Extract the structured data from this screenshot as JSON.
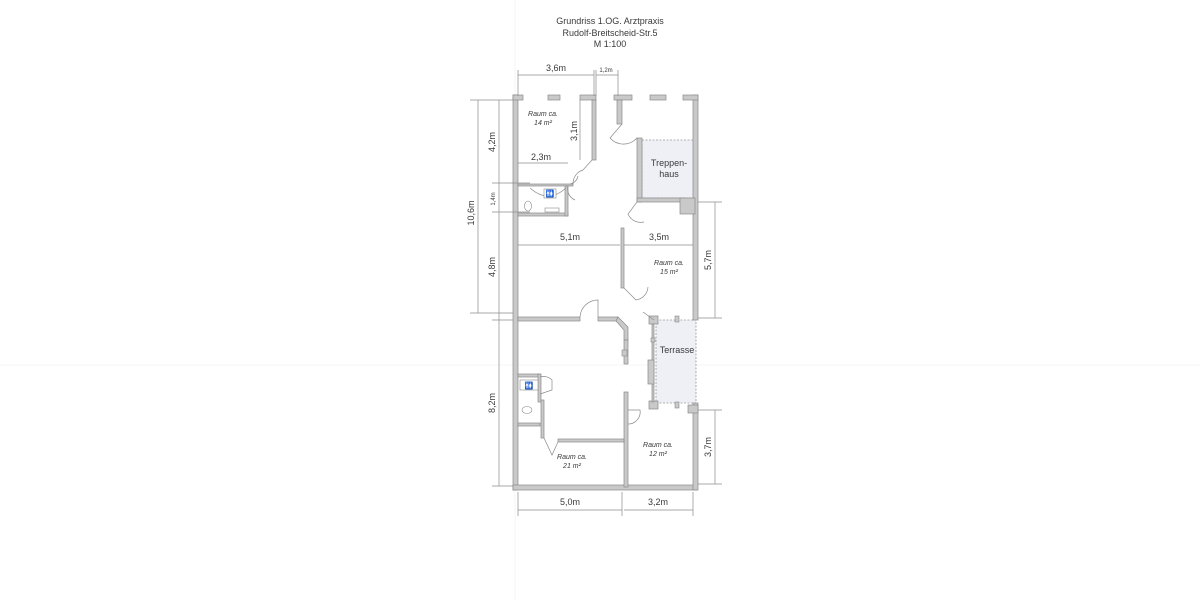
{
  "title": {
    "line1": "Grundriss 1.OG. Arztpraxis",
    "line2": "Rudolf-Breitscheid-Str.5",
    "line3": "M 1:100"
  },
  "colors": {
    "wall": "#c9c9c9",
    "wall_stroke": "#8a8a8a",
    "dimension": "#8c8c8c",
    "hatch_fill": "#eef0f6",
    "text": "#3a3a3a"
  },
  "dimensions": {
    "top_left": "3,6m",
    "top_small": "1,2m",
    "left_total": "10,6m",
    "left_upper": "4,2m",
    "left_middle": "1,4m",
    "left_lower": "4,8m",
    "left_bottom": "8,2m",
    "inner_wc_width": "2,3m",
    "inner_room_depth": "3,1m",
    "mid_left": "5,1m",
    "mid_right": "3,5m",
    "right_upper": "5,7m",
    "right_lower": "3,7m",
    "bottom_left": "5,0m",
    "bottom_right": "3,2m"
  },
  "rooms": [
    {
      "id": "room-14",
      "label": "Raum ca.",
      "area": "14 m²"
    },
    {
      "id": "room-15",
      "label": "Raum ca.",
      "area": "15 m²"
    },
    {
      "id": "room-21",
      "label": "Raum ca.",
      "area": "21 m²"
    },
    {
      "id": "room-12",
      "label": "Raum ca.",
      "area": "12 m²"
    }
  ],
  "areas": {
    "stairwell_line1": "Treppen-",
    "stairwell_line2": "haus",
    "terrace": "Terrasse"
  }
}
